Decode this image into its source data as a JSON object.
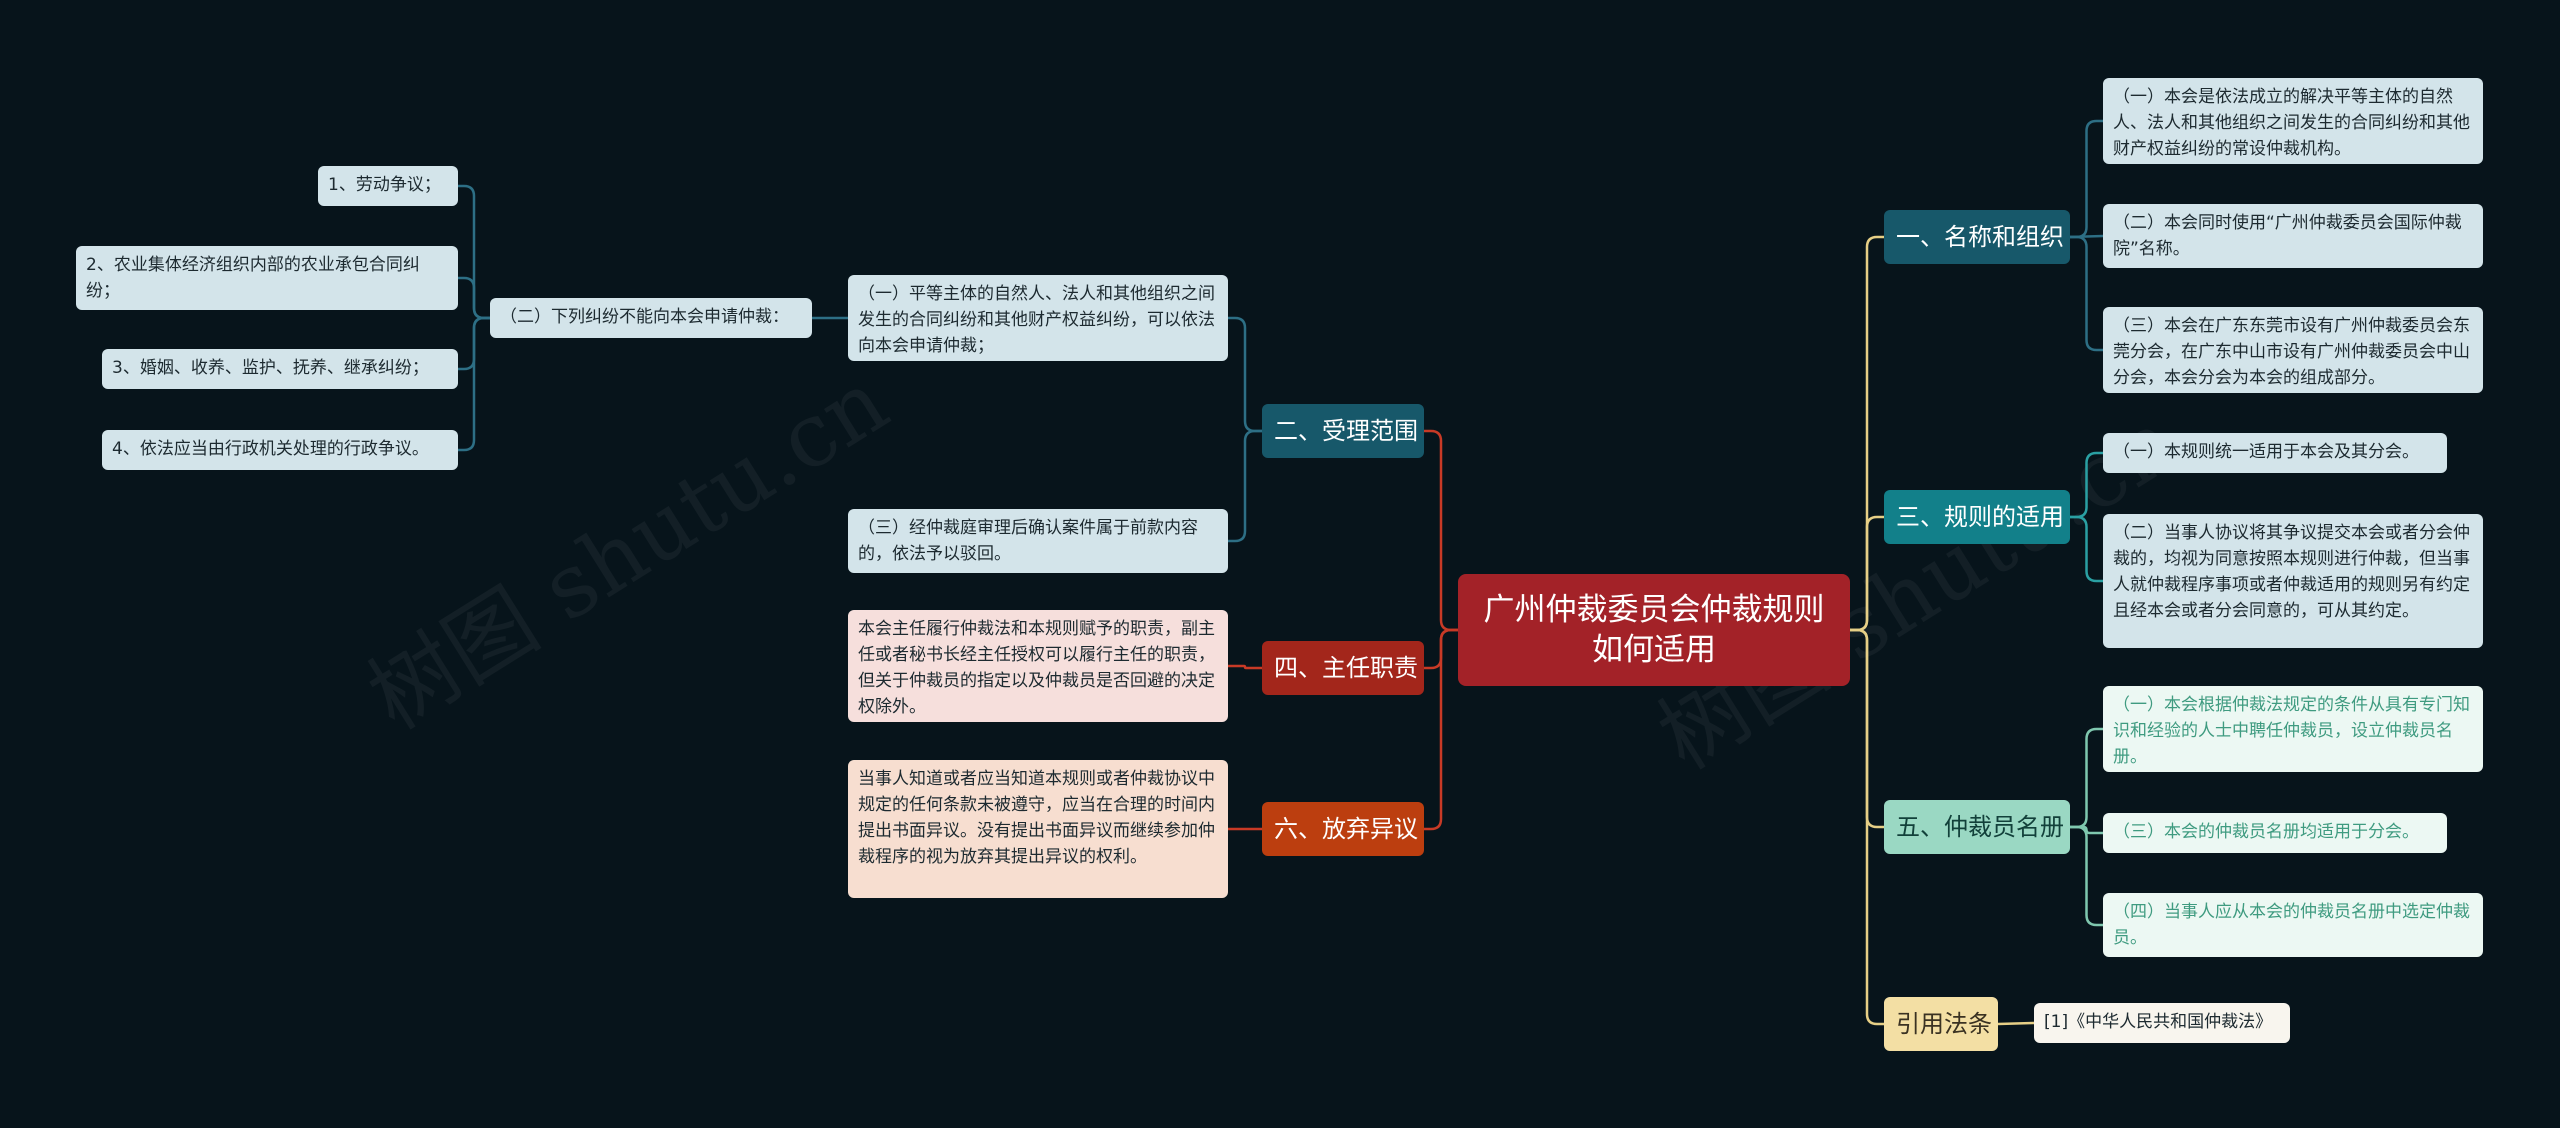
{
  "watermarks": [
    "树图 shutu.cn",
    "树图 shutu.cn"
  ],
  "root": "广州仲裁委员会仲裁规则如何适用",
  "branches": {
    "b1": {
      "title": "一、名称和组织",
      "items": [
        "（一）本会是依法成立的解决平等主体的自然人、法人和其他组织之间发生的合同纠纷和其他财产权益纠纷的常设仲裁机构。",
        "（二）本会同时使用“广州仲裁委员会国际仲裁院”名称。",
        "（三）本会在广东东莞市设有广州仲裁委员会东莞分会，在广东中山市设有广州仲裁委员会中山分会，本会分会为本会的组成部分。"
      ]
    },
    "b3": {
      "title": "三、规则的适用",
      "items": [
        "（一）本规则统一适用于本会及其分会。",
        "（二）当事人协议将其争议提交本会或者分会仲裁的，均视为同意按照本规则进行仲裁，但当事人就仲裁程序事项或者仲裁适用的规则另有约定且经本会或者分会同意的，可从其约定。"
      ]
    },
    "b5": {
      "title": "五、仲裁员名册",
      "items": [
        "（一）本会根据仲裁法规定的条件从具有专门知识和经验的人士中聘任仲裁员，设立仲裁员名册。",
        "（三）本会的仲裁员名册均适用于分会。",
        "（四）当事人应从本会的仲裁员名册中选定仲裁员。"
      ]
    },
    "ref": {
      "title": "引用法条",
      "items": [
        "[1]《中华人民共和国仲裁法》"
      ]
    },
    "b2": {
      "title": "二、受理范围",
      "items": [
        "（一）平等主体的自然人、法人和其他组织之间发生的合同纠纷和其他财产权益纠纷，可以依法向本会申请仲裁；",
        "（二）下列纠纷不能向本会申请仲裁：",
        "（三）经仲裁庭审理后确认案件属于前款内容的，依法予以驳回。"
      ],
      "sub": [
        "1、劳动争议；",
        "2、农业集体经济组织内部的农业承包合同纠纷；",
        "3、婚姻、收养、监护、抚养、继承纠纷；",
        "4、依法应当由行政机关处理的行政争议。"
      ]
    },
    "b4": {
      "title": "四、主任职责",
      "items": [
        "本会主任履行仲裁法和本规则赋予的职责，副主任或者秘书长经主任授权可以履行主任的职责，但关于仲裁员的指定以及仲裁员是否回避的决定权除外。"
      ]
    },
    "b6": {
      "title": "六、放弃异议",
      "items": [
        "当事人知道或者应当知道本规则或者仲裁协议中规定的任何条款未被遵守，应当在合理的时间内提出书面异议。没有提出书面异议而继续参加仲裁程序的视为放弃其提出异议的权利。"
      ]
    }
  },
  "colors": {
    "background": "#07141b",
    "root": "#a32228",
    "b1": "#17586a",
    "b3": "#12808a",
    "b5": "#9ad8c3",
    "ref": "#f3dfa4",
    "b4": "#a3261b",
    "b6": "#bc3e0f",
    "line_blue": "#2d6f85",
    "line_teal": "#2aa0a3",
    "line_green": "#7fc8af",
    "line_sand": "#e6cf86",
    "line_red": "#c83a26"
  }
}
